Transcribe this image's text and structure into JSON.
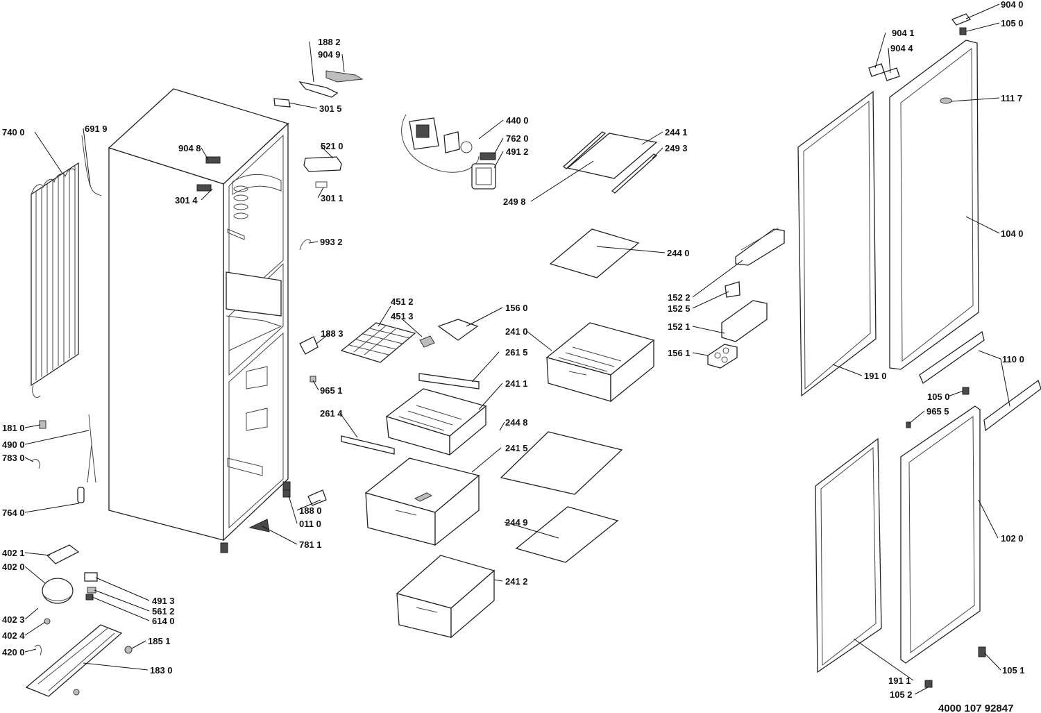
{
  "document_number": "4000 107 92847",
  "callouts": [
    {
      "id": "c-9040",
      "text": "904 0"
    },
    {
      "id": "c-1050a",
      "text": "105 0"
    },
    {
      "id": "c-9041",
      "text": "904 1"
    },
    {
      "id": "c-9044",
      "text": "904 4"
    },
    {
      "id": "c-1117",
      "text": "111 7"
    },
    {
      "id": "c-1040",
      "text": "104 0"
    },
    {
      "id": "c-1882",
      "text": "188 2"
    },
    {
      "id": "c-9049",
      "text": "904 9"
    },
    {
      "id": "c-3015",
      "text": "301 5"
    },
    {
      "id": "c-4400",
      "text": "440 0"
    },
    {
      "id": "c-7620",
      "text": "762 0"
    },
    {
      "id": "c-4912",
      "text": "491 2"
    },
    {
      "id": "c-2441",
      "text": "244 1"
    },
    {
      "id": "c-2493",
      "text": "249 3"
    },
    {
      "id": "c-2498",
      "text": "249 8"
    },
    {
      "id": "c-7400",
      "text": "740 0"
    },
    {
      "id": "c-6919",
      "text": "691 9"
    },
    {
      "id": "c-9048",
      "text": "904 8"
    },
    {
      "id": "c-5210",
      "text": "521 0"
    },
    {
      "id": "c-3011",
      "text": "301 1"
    },
    {
      "id": "c-3014",
      "text": "301 4"
    },
    {
      "id": "c-9932",
      "text": "993 2"
    },
    {
      "id": "c-2440",
      "text": "244 0"
    },
    {
      "id": "c-1522",
      "text": "152 2"
    },
    {
      "id": "c-1525",
      "text": "152 5"
    },
    {
      "id": "c-1521",
      "text": "152 1"
    },
    {
      "id": "c-1561",
      "text": "156 1"
    },
    {
      "id": "c-4512",
      "text": "451 2"
    },
    {
      "id": "c-4513",
      "text": "451 3"
    },
    {
      "id": "c-1560",
      "text": "156 0"
    },
    {
      "id": "c-2410",
      "text": "241 0"
    },
    {
      "id": "c-1883",
      "text": "188 3"
    },
    {
      "id": "c-2615",
      "text": "261 5"
    },
    {
      "id": "c-1910",
      "text": "191 0"
    },
    {
      "id": "c-1100",
      "text": "110 0"
    },
    {
      "id": "c-9651",
      "text": "965 1"
    },
    {
      "id": "c-2411",
      "text": "241 1"
    },
    {
      "id": "c-1050b",
      "text": "105 0"
    },
    {
      "id": "c-9655",
      "text": "965 5"
    },
    {
      "id": "c-2614",
      "text": "261 4"
    },
    {
      "id": "c-1810",
      "text": "181 0"
    },
    {
      "id": "c-4900",
      "text": "490 0"
    },
    {
      "id": "c-7830",
      "text": "783 0"
    },
    {
      "id": "c-2448",
      "text": "244 8"
    },
    {
      "id": "c-2415",
      "text": "241 5"
    },
    {
      "id": "c-7640",
      "text": "764 0"
    },
    {
      "id": "c-1880",
      "text": "188 0"
    },
    {
      "id": "c-0110",
      "text": "011 0"
    },
    {
      "id": "c-2449",
      "text": "244 9"
    },
    {
      "id": "c-7811",
      "text": "781 1"
    },
    {
      "id": "c-1020",
      "text": "102 0"
    },
    {
      "id": "c-4021",
      "text": "402 1"
    },
    {
      "id": "c-4020",
      "text": "402 0"
    },
    {
      "id": "c-2412",
      "text": "241 2"
    },
    {
      "id": "c-4913",
      "text": "491 3"
    },
    {
      "id": "c-5612",
      "text": "561 2"
    },
    {
      "id": "c-6140",
      "text": "614 0"
    },
    {
      "id": "c-4023",
      "text": "402 3"
    },
    {
      "id": "c-4024",
      "text": "402 4"
    },
    {
      "id": "c-1851",
      "text": "185 1"
    },
    {
      "id": "c-4200",
      "text": "420 0"
    },
    {
      "id": "c-1830",
      "text": "183 0"
    },
    {
      "id": "c-1911",
      "text": "191 1"
    },
    {
      "id": "c-1051",
      "text": "105 1"
    },
    {
      "id": "c-1052",
      "text": "105 2"
    }
  ]
}
